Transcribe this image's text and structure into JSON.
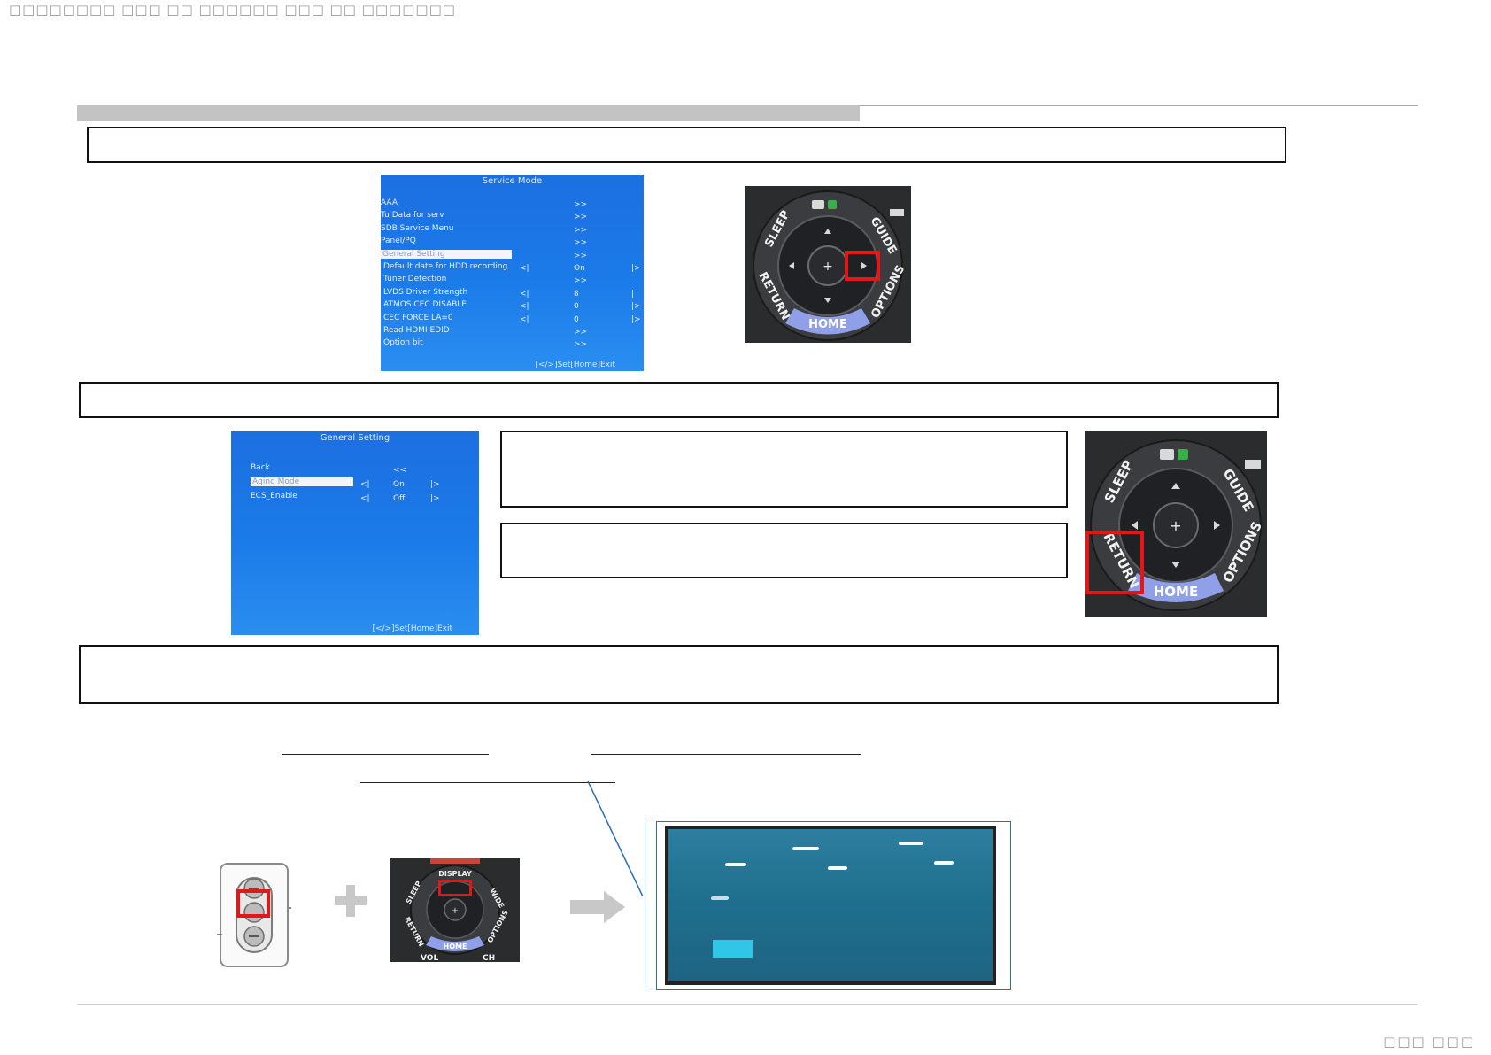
{
  "header": {
    "text": "□□□□□□□□ □□□ □□ □□□□□□ □□□ □□ □□□□□□□"
  },
  "footer": {
    "text": "□□□ □□□"
  },
  "service_mode_menu": {
    "title": "Service Mode",
    "items": [
      {
        "label": "AAA",
        "value": "",
        "arrow_l": "",
        "arrow_r": "",
        "more": ">>"
      },
      {
        "label": "Tu Data for serv",
        "value": "",
        "arrow_l": "",
        "arrow_r": "",
        "more": ">>"
      },
      {
        "label": "SDB Service Menu",
        "value": "",
        "arrow_l": "",
        "arrow_r": "",
        "more": ">>"
      },
      {
        "label": "Panel/PQ",
        "value": "",
        "arrow_l": "",
        "arrow_r": "",
        "more": ">>"
      },
      {
        "label": "General Setting",
        "value": "",
        "arrow_l": "",
        "arrow_r": "",
        "more": ">>",
        "selected": true
      },
      {
        "label": "Default date for HDD recording",
        "value": "On",
        "arrow_l": "<|",
        "arrow_r": "|>",
        "more": ""
      },
      {
        "label": "Tuner Detection",
        "value": "",
        "arrow_l": "",
        "arrow_r": "",
        "more": ">>"
      },
      {
        "label": "LVDS Driver Strength",
        "value": "8",
        "arrow_l": "<|",
        "arrow_r": "|",
        "more": ""
      },
      {
        "label": "ATMOS CEC DISABLE",
        "value": "0",
        "arrow_l": "<|",
        "arrow_r": "|>",
        "more": ""
      },
      {
        "label": "CEC FORCE LA=0",
        "value": "0",
        "arrow_l": "<|",
        "arrow_r": "|>",
        "more": ""
      },
      {
        "label": "Read HDMI EDID",
        "value": "",
        "arrow_l": "",
        "arrow_r": "",
        "more": ">>"
      },
      {
        "label": "Option bit",
        "value": "",
        "arrow_l": "",
        "arrow_r": "",
        "more": ">>"
      }
    ],
    "footer": "[</>]Set[Home]Exit"
  },
  "general_setting_menu": {
    "title": "General Setting",
    "items": [
      {
        "label": "Back",
        "value": "<<",
        "arrow_l": "",
        "arrow_r": ""
      },
      {
        "label": "Aging Mode",
        "value": "On",
        "arrow_l": "<|",
        "arrow_r": "|>",
        "selected": true
      },
      {
        "label": "ECS_Enable",
        "value": "Off",
        "arrow_l": "<|",
        "arrow_r": "|>"
      }
    ],
    "footer": "[</>]Set[Home]Exit"
  },
  "remote_large": {
    "labels": {
      "sleep": "SLEEP",
      "guide": "GUIDE",
      "return": "RETURN",
      "options": "OPTIONS",
      "home": "HOME"
    }
  },
  "remote_small": {
    "labels": {
      "display": "DISPLAY",
      "sleep": "SLEEP",
      "wide": "WIDE",
      "return": "RETURN",
      "options": "OPTIONS",
      "home": "HOME",
      "vol": "VOL",
      "ch": "CH"
    }
  },
  "colors": {
    "highlight": "#e01818",
    "menu_blue": "#1b7be9",
    "remote_dark": "#2e2f31"
  }
}
